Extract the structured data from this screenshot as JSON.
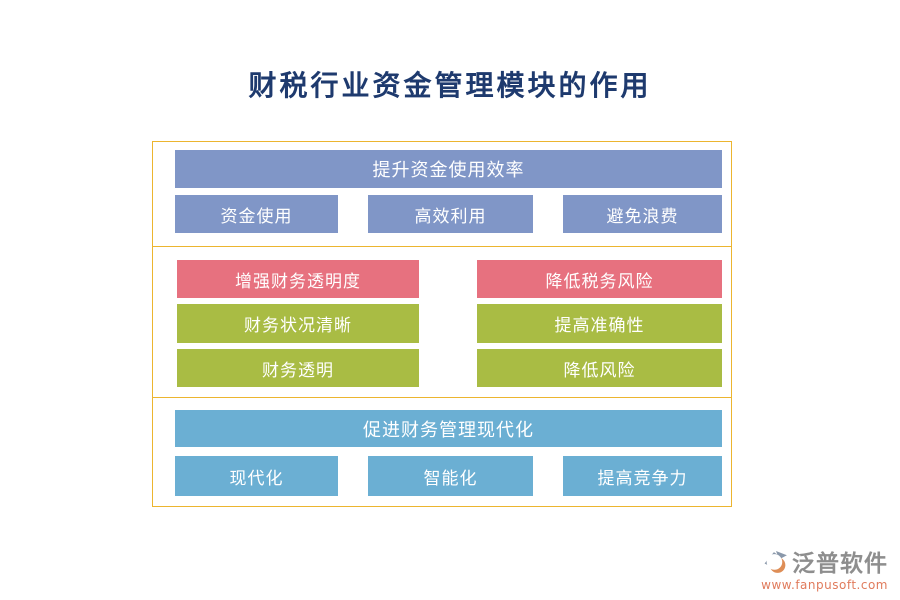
{
  "title": "财税行业资金管理模块的作用",
  "sections": {
    "efficiency": {
      "header": "提升资金使用效率",
      "items": [
        "资金使用",
        "高效利用",
        "避免浪费"
      ]
    },
    "transparency": {
      "header": "增强财务透明度",
      "items": [
        "财务状况清晰",
        "财务透明"
      ]
    },
    "risk": {
      "header": "降低税务风险",
      "items": [
        "提高准确性",
        "降低风险"
      ]
    },
    "modernization": {
      "header": "促进财务管理现代化",
      "items": [
        "现代化",
        "智能化",
        "提高竞争力"
      ]
    }
  },
  "logo": {
    "brand": "泛普软件",
    "url": "www.fanpusoft.com"
  },
  "colors": {
    "title_text": "#1E3A6E",
    "section_border": "#ECB52F",
    "blue": "#8096C7",
    "pink": "#E7717F",
    "green": "#A9BC44",
    "sky_blue": "#6BAFD3",
    "logo_gray": "#8E8E8E",
    "logo_orange": "#E07B5C"
  }
}
